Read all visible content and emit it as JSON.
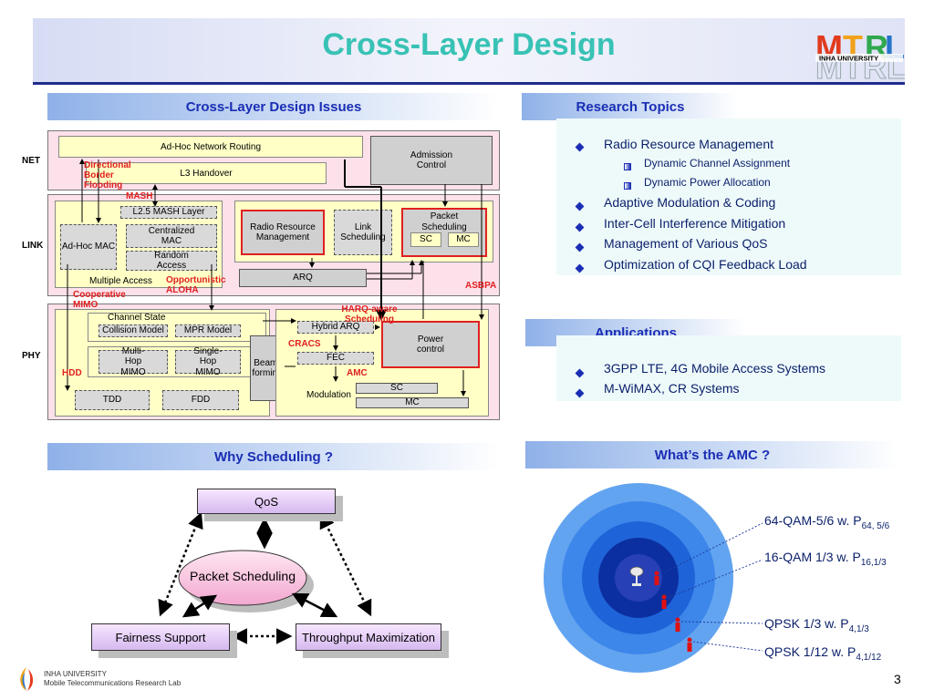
{
  "slide": {
    "title": "Cross-Layer  Design",
    "page_number": "3"
  },
  "logo": {
    "caption": "INHA UNIVERSITY"
  },
  "footer": {
    "line1": "INHA UNIVERSITY",
    "line2": "Mobile  Telecommunications  Research  Lab"
  },
  "issues": {
    "header": "Cross-Layer Design Issues",
    "layers": {
      "net": "NET",
      "link": "LINK",
      "phy": "PHY"
    },
    "boxes": {
      "adhoc_routing": "Ad-Hoc Network Routing",
      "l3_handover": "L3 Handover",
      "admission": "Admission Control",
      "l25_mash": "L2.5 MASH Layer",
      "adhoc_mac": "Ad-Hoc MAC",
      "centralized_mac": "Centralized MAC",
      "random_access": "Random Access",
      "multiple_access": "Multiple Access",
      "rrm": "Radio Resource Management",
      "link_sched": "Link Scheduling",
      "packet_sched": "Packet Scheduling",
      "sc": "SC",
      "mc": "MC",
      "arq": "ARQ",
      "channel_state": "Channel State",
      "collision": "Collision Model",
      "mpr": "MPR Model",
      "multihop_mimo": "Multi-Hop MIMO",
      "singlehop_mimo": "Single-Hop MIMO",
      "tdd": "TDD",
      "fdd": "FDD",
      "beamforming": "Beam-forming",
      "hybrid_arq": "Hybrid ARQ",
      "fec": "FEC",
      "modulation": "Modulation",
      "power_control": "Power control"
    },
    "annotations": {
      "directional": "Directional Border Flooding",
      "mash": "MASH",
      "opportunistic": "Opportunistic ALOHA",
      "cooperative": "Cooperative MIMO",
      "harq": "HARQ-aware Scheduling",
      "asbpa": "ASBPA",
      "cracs": "CRACS",
      "amc": "AMC",
      "hdd": "HDD"
    }
  },
  "research": {
    "header": "Research Topics",
    "items": [
      {
        "text": "Radio Resource Management",
        "sub": [
          "Dynamic Channel Assignment",
          "Dynamic Power Allocation"
        ]
      },
      {
        "text": "Adaptive Modulation & Coding"
      },
      {
        "text": "Inter-Cell Interference Mitigation"
      },
      {
        "text": "Management of Various QoS"
      },
      {
        "text": "Optimization of CQI Feedback Load"
      }
    ]
  },
  "applications": {
    "header": "Applications",
    "items": [
      "3GPP LTE, 4G Mobile Access Systems",
      "M-WiMAX, CR Systems"
    ]
  },
  "scheduling": {
    "header": "Why Scheduling ?",
    "qos": "QoS",
    "center": "Packet Scheduling",
    "fairness": "Fairness Support",
    "throughput": "Throughput Maximization"
  },
  "amc": {
    "header": "What’s the AMC ?",
    "labels": [
      {
        "text": "64-QAM-5/6  w. P",
        "sub": "64, 5/6"
      },
      {
        "text": "16-QAM 1/3 w. P",
        "sub": "16,1/3"
      },
      {
        "text": "QPSK 1/3 w. P",
        "sub": "4,1/3"
      },
      {
        "text": "QPSK 1/12 w. P",
        "sub": "4,1/12"
      }
    ],
    "colors": {
      "ring1": "#63a4f0",
      "ring2": "#3d86ea",
      "ring3": "#1f63d8",
      "core": "#0b2fa0",
      "user": "#e01010"
    }
  }
}
